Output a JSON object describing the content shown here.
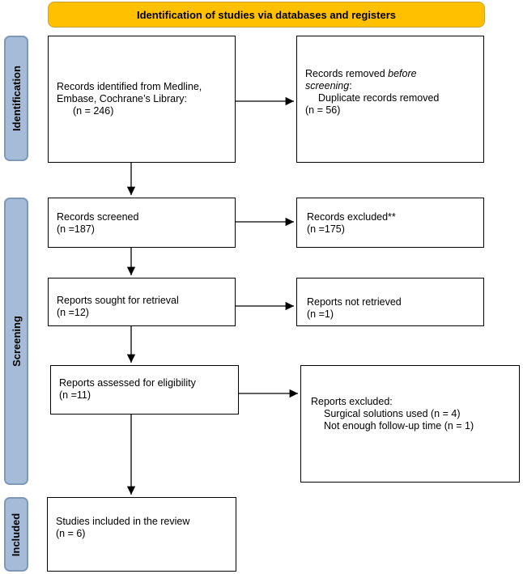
{
  "header": {
    "title": "Identification of studies via databases and registers"
  },
  "stages": {
    "identification": "Identification",
    "screening": "Screening",
    "included": "Included"
  },
  "boxes": {
    "records_identified": {
      "line1": "Records identified from Medline,",
      "line2": "Embase, Cochrane’s Library:",
      "count": "(n = 246)"
    },
    "records_removed": {
      "line1": "Records removed ",
      "line1_em": "before",
      "line2_em": "screening",
      "line2_tail": ":",
      "line3": "Duplicate records removed",
      "count": "(n = 56)"
    },
    "records_screened": {
      "label": "Records screened",
      "count": "(n =187)"
    },
    "records_excluded": {
      "label": "Records excluded**",
      "count": "(n =175)"
    },
    "reports_sought": {
      "label": "Reports sought for retrieval",
      "count": "(n =12)"
    },
    "reports_not_retrieved": {
      "label": "Reports not retrieved",
      "count": "(n =1)"
    },
    "reports_assessed": {
      "label": "Reports assessed for eligibility",
      "count": "(n =11)"
    },
    "reports_excluded": {
      "label": "Reports excluded:",
      "reason1": "Surgical solutions used (n = 4)",
      "reason2": "Not enough follow-up time (n = 1)"
    },
    "studies_included": {
      "label": "Studies included in the review",
      "count": "(n = 6)"
    }
  }
}
